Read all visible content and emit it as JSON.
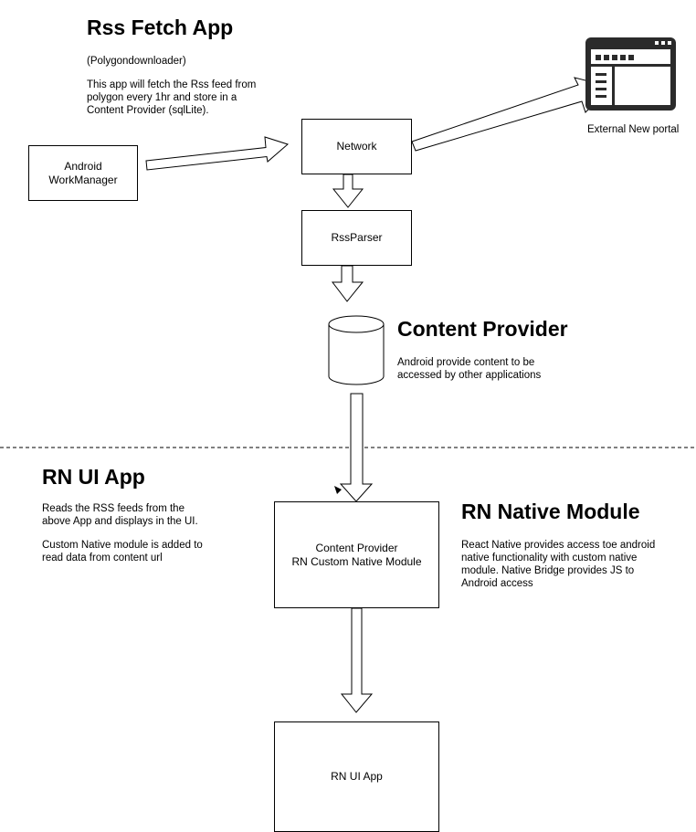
{
  "rss_app": {
    "title": "Rss Fetch App",
    "subtitle": "(Polygondownloader)",
    "description": "This app will fetch the Rss feed from polygon every 1hr and store in a Content Provider (sqlLite)."
  },
  "nodes": {
    "workmanager": {
      "line1": "Android",
      "line2": "WorkManager"
    },
    "network": {
      "label": "Network"
    },
    "rssparser": {
      "label": "RssParser"
    },
    "portal": {
      "label": "External New portal"
    },
    "content_module": {
      "line1": "Content Provider",
      "line2": "RN Custom Native Module"
    },
    "rn_ui_app": {
      "label": "RN UI App"
    }
  },
  "content_provider": {
    "title": "Content Provider",
    "description": "Android provide content to be accessed by other applications"
  },
  "rn_ui_section": {
    "title": "RN UI App",
    "para1": "Reads the RSS feeds from the above App and displays in the UI.",
    "para2": "Custom Native module is added to read data from content url"
  },
  "rn_native_module": {
    "title": "RN Native Module",
    "description": "React Native provides access toe android native functionality with custom native module. Native Bridge provides JS to Android access"
  }
}
